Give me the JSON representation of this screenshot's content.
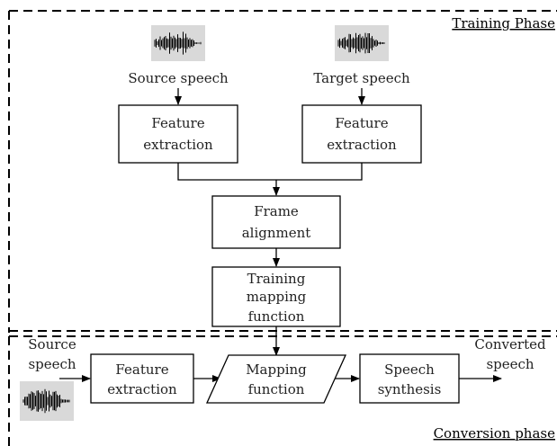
{
  "phases": {
    "training": "Training Phase",
    "conversion": "Conversion phase"
  },
  "training": {
    "source_speech": "Source speech",
    "target_speech": "Target speech",
    "feature_extraction_left": [
      "Feature",
      "extraction"
    ],
    "feature_extraction_right": [
      "Feature",
      "extraction"
    ],
    "frame_alignment": [
      "Frame",
      "alignment"
    ],
    "training_mapping": [
      "Training",
      "mapping",
      "function"
    ]
  },
  "conversion": {
    "source_speech": [
      "Source",
      "speech"
    ],
    "feature_extraction": [
      "Feature",
      "extraction"
    ],
    "mapping_function": [
      "Mapping",
      "function"
    ],
    "speech_synthesis": [
      "Speech",
      "synthesis"
    ],
    "converted_speech": [
      "Converted",
      "speech"
    ]
  },
  "icons": {
    "waveform": "speech-waveform-icon"
  }
}
